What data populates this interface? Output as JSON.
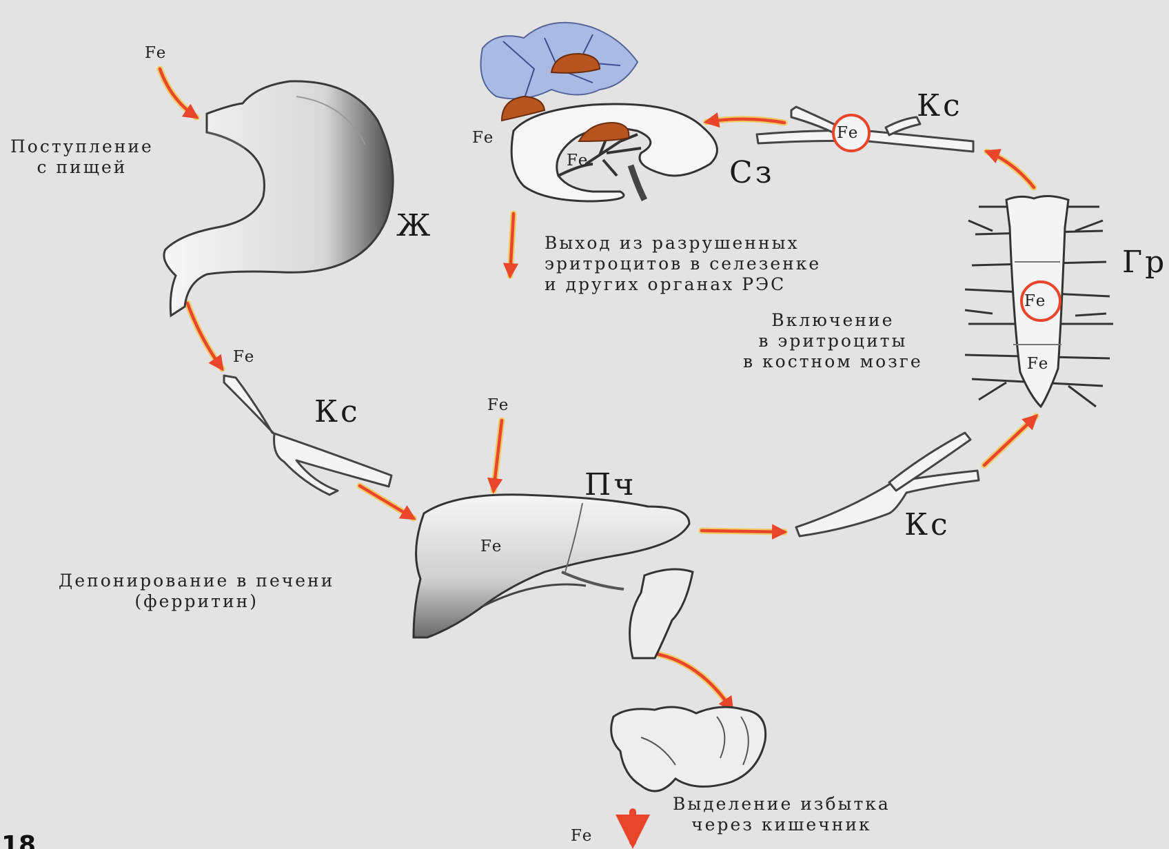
{
  "fe": "Fe",
  "organs": {
    "stomach": "Ж",
    "liver": "Пч",
    "spleen": "Сз",
    "marrow": "Гр",
    "blood": "Кс"
  },
  "captions": {
    "intake": [
      "Поступление",
      "с пищей"
    ],
    "storage": [
      "Депонирование  в печени",
      "(ферритин)"
    ],
    "release": [
      "Выход из разрушенных",
      "эритроцитов в селезенке",
      "и других  органах РЭС"
    ],
    "incorporation": [
      "Включение",
      "в эритроциты",
      "в костном мозге"
    ],
    "excretion": [
      "Выделение избытка",
      "через кишечник"
    ]
  },
  "page_number": "18",
  "colors": {
    "background": "#e3e3e3",
    "arrow": "#e8452b",
    "arrow_glow": "#f4c23a",
    "organ": "#f7f7f7",
    "shade": "#555555",
    "iron_deposit": "#b8541f",
    "marrow_cell": "#9fb4e6"
  }
}
